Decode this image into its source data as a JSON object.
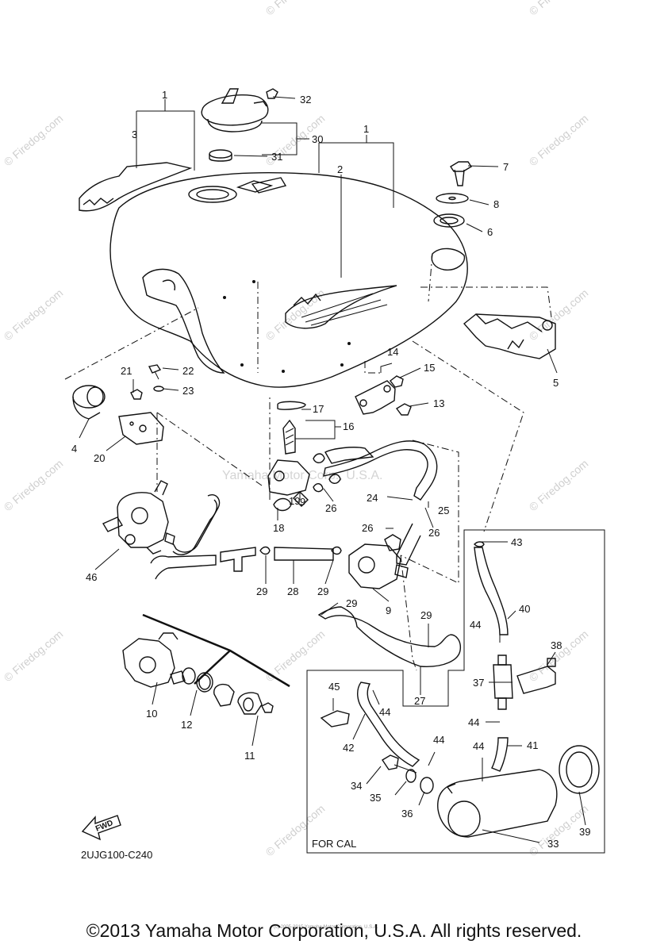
{
  "watermarks": {
    "site": "© Firedog.com",
    "center": "Yamaha Motor Corp., U.S.A."
  },
  "callouts": {
    "p1a": "1",
    "p1b": "1",
    "p2": "2",
    "p3": "3",
    "p4": "4",
    "p5": "5",
    "p6": "6",
    "p7": "7",
    "p8": "8",
    "p9": "9",
    "p9b": "9",
    "p10": "10",
    "p11": "11",
    "p12": "12",
    "p13": "13",
    "p14": "14",
    "p15": "15",
    "p16": "16",
    "p17": "17",
    "p18": "18",
    "p19": "19",
    "p20": "20",
    "p21": "21",
    "p22": "22",
    "p23": "23",
    "p24": "24",
    "p25": "25",
    "p26a": "26",
    "p26b": "26",
    "p26c": "26",
    "p27": "27",
    "p28": "28",
    "p29a": "29",
    "p29b": "29",
    "p29c": "29",
    "p29d": "29",
    "p30": "30",
    "p31": "31",
    "p32": "32",
    "p33": "33",
    "p34": "34",
    "p35": "35",
    "p36": "36",
    "p37": "37",
    "p38": "38",
    "p39": "39",
    "p40": "40",
    "p41": "41",
    "p42": "42",
    "p43": "43",
    "p44a": "44",
    "p44b": "44",
    "p44c": "44",
    "p44d": "44",
    "p44e": "44",
    "p45": "45",
    "p46": "46"
  },
  "labels": {
    "for_cal": "FOR CAL",
    "fwd": "FWD",
    "diagram_code": "2UJG100-C240",
    "tiny_copyright": "(c) 2005-2015 Yamaha Motor Corporation, U.S.A."
  },
  "copyright": "©2013 Yamaha Motor Corporation, U.S.A. All rights reserved."
}
